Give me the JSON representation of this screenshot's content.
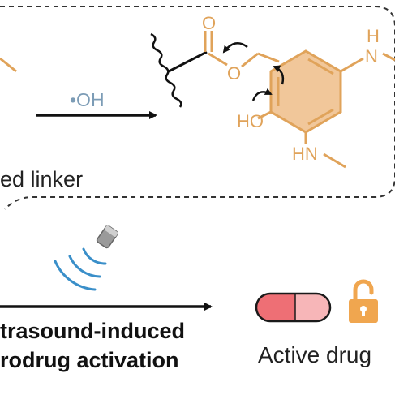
{
  "reaction": {
    "reagent_label": "•OH",
    "linker_label": "ed linker"
  },
  "molecule": {
    "carbonyl_o": "O",
    "ester_o": "O",
    "hydroxyl": "HO",
    "amine_top_h": "H",
    "amine_top_n": "N",
    "amine_bottom": "HN"
  },
  "activation": {
    "line1": "trasound-induced",
    "line2": "rodrug activation"
  },
  "result": {
    "label": "Active drug"
  },
  "colors": {
    "molecule": "#e0a35a",
    "ring_fill": "#f1c79a",
    "reagent": "#7c9cb6",
    "ultrasound_waves": "#3a8fc9",
    "capsule_left": "#ee6f75",
    "capsule_right": "#f7b6b8",
    "lock": "#f0a64f",
    "outline": "#1a1a1a"
  },
  "icons": [
    "ultrasound-probe-icon",
    "ultrasound-wave-icon",
    "capsule-icon",
    "unlocked-padlock-icon",
    "curved-arrow-icon"
  ]
}
